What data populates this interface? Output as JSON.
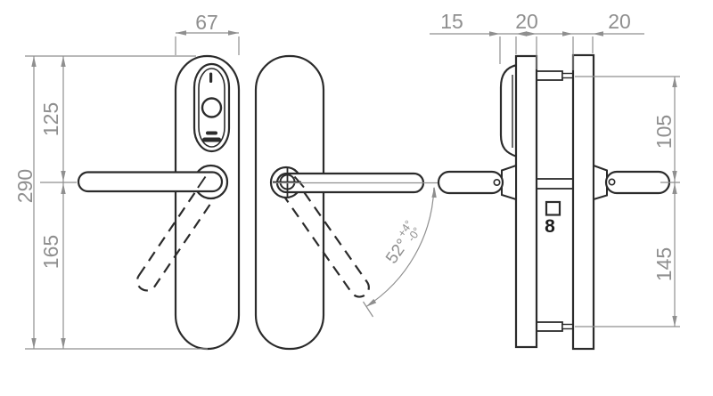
{
  "dimensions": {
    "front_width": "67",
    "total_height": "290",
    "upper_height": "125",
    "lower_height": "165",
    "reader_depth": "15",
    "outer_plate_thickness": "20",
    "inner_plate_thickness": "20",
    "top_fixing_to_handle": "105",
    "handle_to_bottom_fixing": "145"
  },
  "angle": {
    "main": "52°",
    "tol_plus": "+4°",
    "tol_minus": "-0°"
  },
  "side_view": {
    "screw_mark": "8"
  },
  "icons": {
    "keypad_indicator": "vertical-tick",
    "reader_button": "circle",
    "key_slot": "horizontal-bars",
    "handle_pivot": "crosshair-icon",
    "fixing_screws": "small-circles"
  },
  "colors": {
    "line": "#2b2b2b",
    "dimension": "#8f8f8f",
    "background": "#ffffff"
  }
}
